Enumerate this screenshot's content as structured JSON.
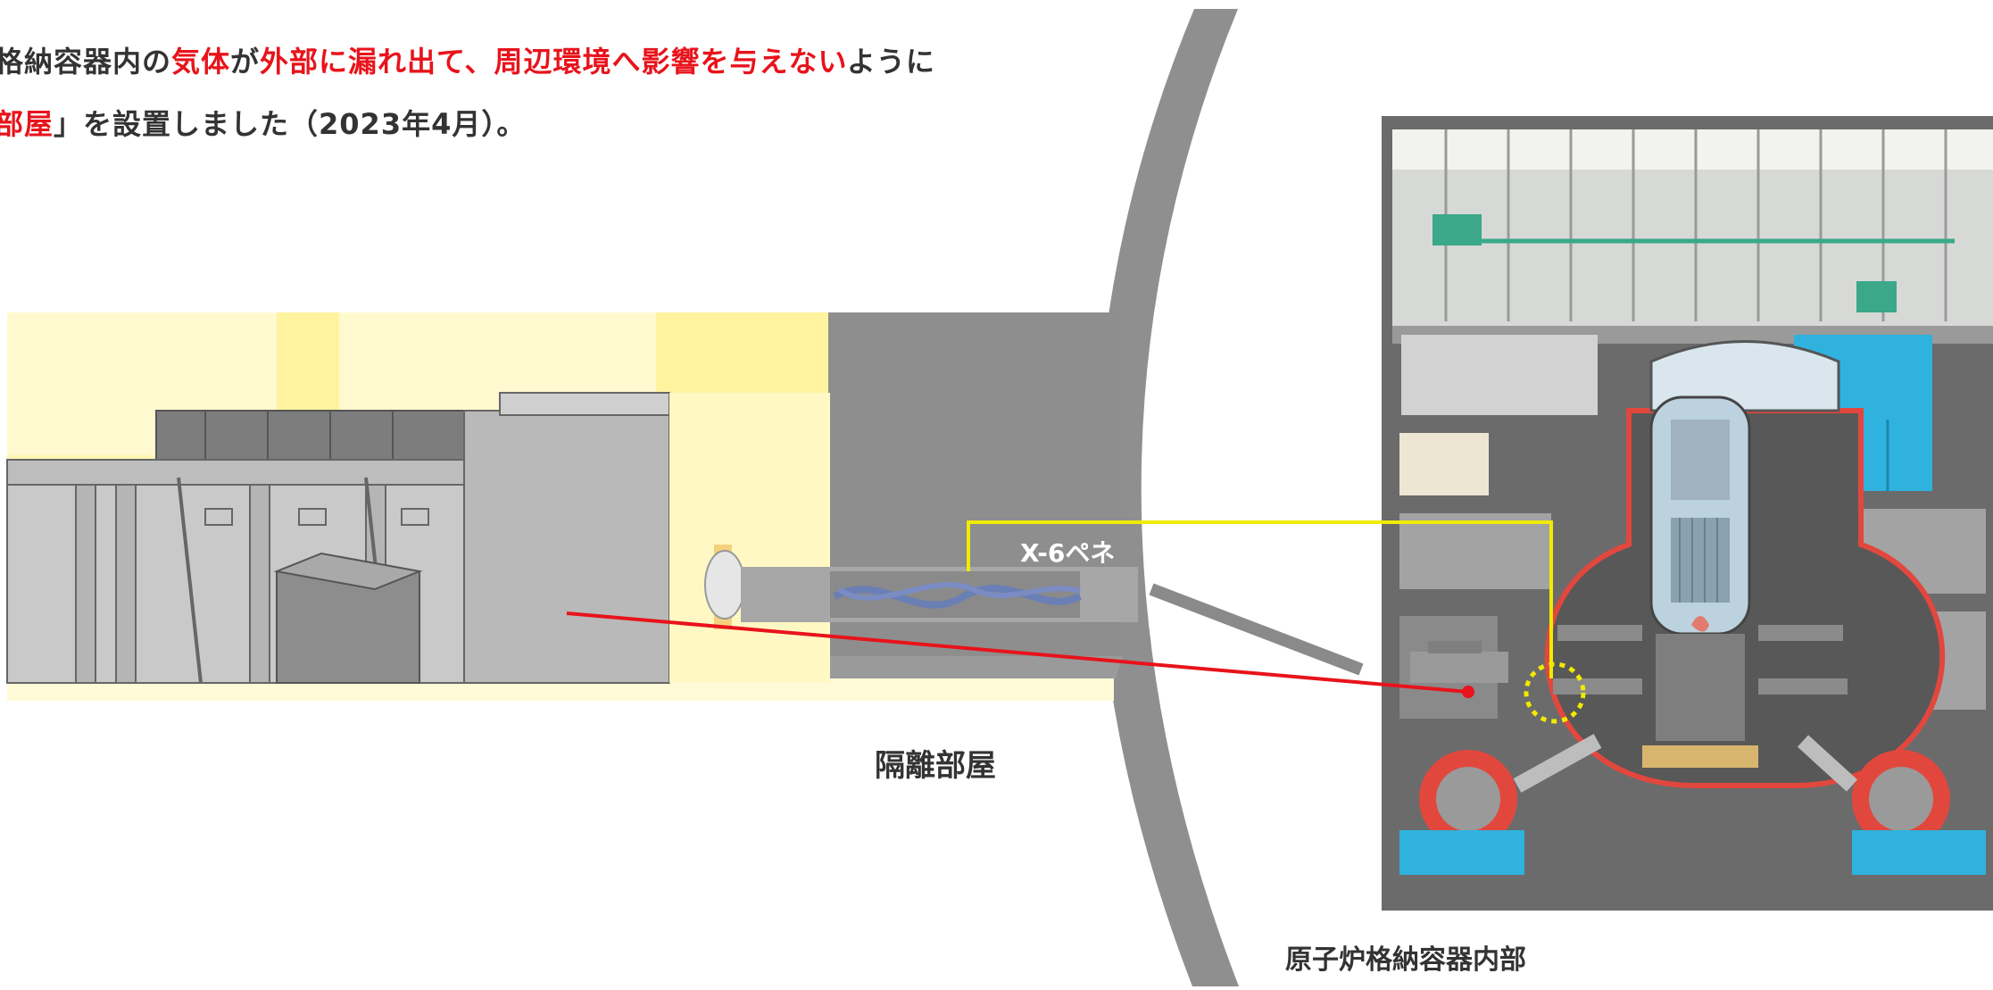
{
  "intro": {
    "line1": [
      {
        "text": "格納容器内の",
        "color": "#333333"
      },
      {
        "text": "気体",
        "color": "#e8131b"
      },
      {
        "text": "が",
        "color": "#333333"
      },
      {
        "text": "外部に漏れ出て、周辺環境へ影響を与えない",
        "color": "#e8131b"
      },
      {
        "text": "ように",
        "color": "#333333"
      }
    ],
    "line2": [
      {
        "text": "部屋",
        "color": "#e8131b"
      },
      {
        "text": "」を設置しました（2023年4月）。",
        "color": "#333333"
      }
    ]
  },
  "labels": {
    "isolation_room": "隔離部屋",
    "penetration": "X-6ペネ",
    "pcv_inside": "原子炉格納容器内部"
  },
  "colors": {
    "text": "#333333",
    "accent_red": "#e8131b",
    "leader_yellow": "#f2ea00",
    "room_yellow": "#fff7b0",
    "wall_gray": "#8d8d8d",
    "water_blue": "#2fb2de",
    "pcv_red": "#e2473e"
  }
}
